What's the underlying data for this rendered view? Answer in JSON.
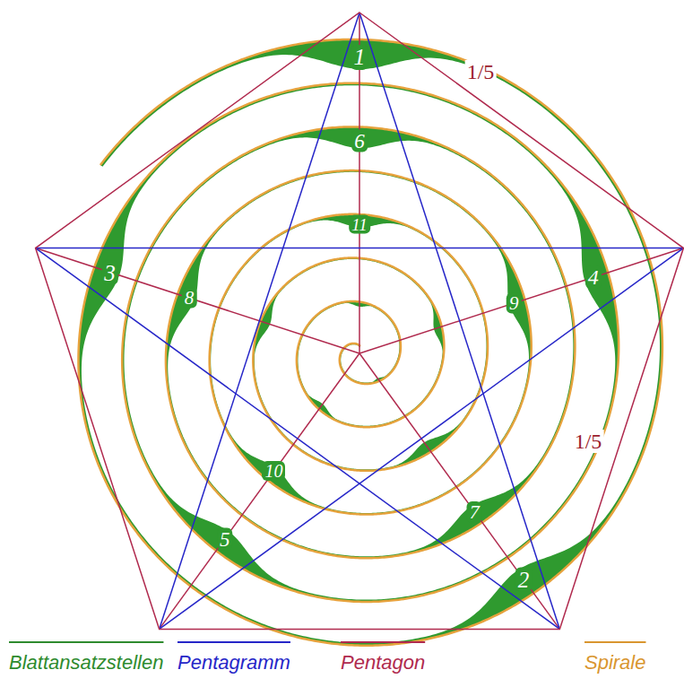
{
  "diagram": {
    "labels": [
      "1",
      "2",
      "3",
      "4",
      "5",
      "6",
      "7",
      "8",
      "9",
      "10",
      "11",
      "1/5",
      "1/5"
    ],
    "legend": [
      {
        "text": "Blattansatzstellen"
      },
      {
        "text": "Pentagramm"
      },
      {
        "text": "Pentagon"
      },
      {
        "text": "Spirale"
      }
    ]
  }
}
